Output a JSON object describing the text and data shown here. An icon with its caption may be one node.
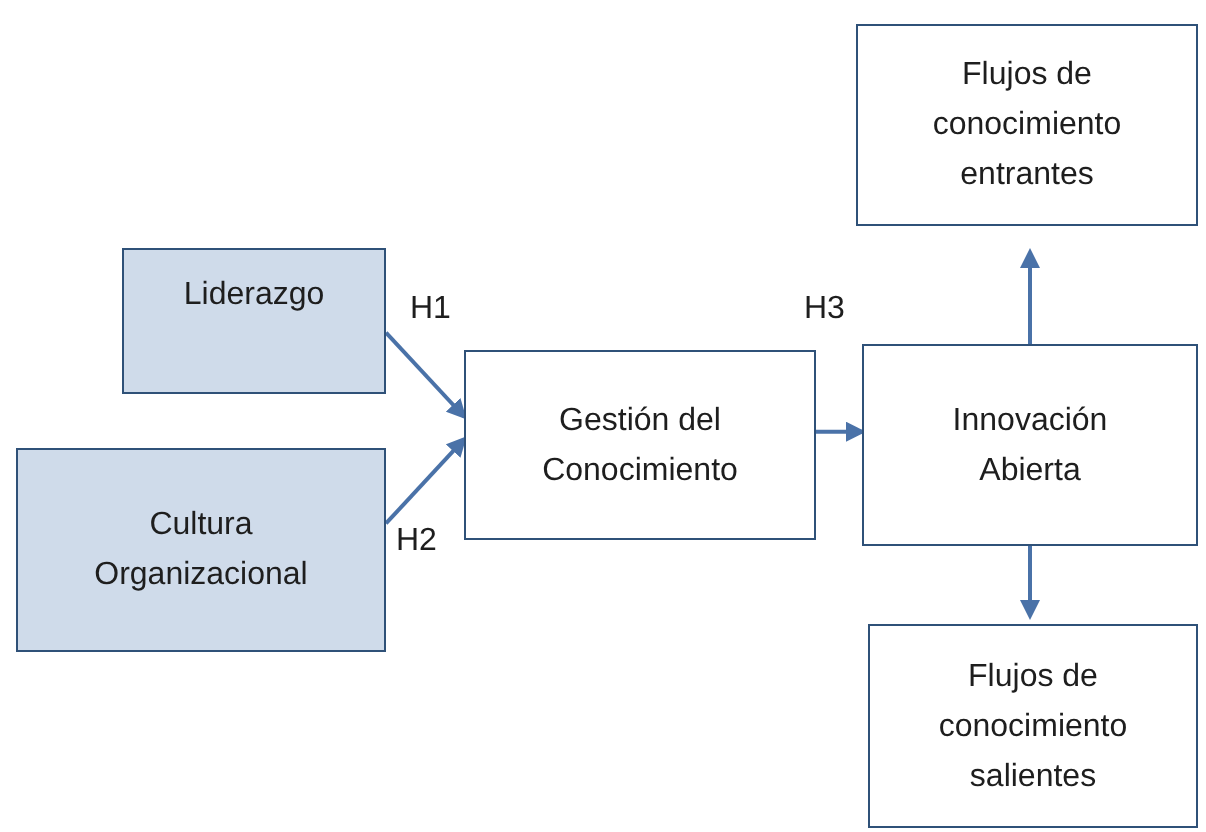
{
  "diagram": {
    "nodes": [
      {
        "text": [
          "Liderazgo"
        ]
      },
      {
        "text": [
          "Cultura Organizacional"
        ]
      },
      {
        "text": [
          "Gestión del Conocimiento"
        ]
      },
      {
        "text": [
          "Innovación Abierta"
        ]
      },
      {
        "text": [
          "Flujos de conocimiento entrantes"
        ]
      },
      {
        "text": [
          "Flujos de conocimiento salientes"
        ]
      }
    ],
    "edges": [
      {
        "from": 0,
        "to": 2,
        "arrow": "to",
        "label": "H1"
      },
      {
        "from": 1,
        "to": 2,
        "arrow": "to",
        "label": "H2"
      },
      {
        "from": 2,
        "to": 3,
        "arrow": "to",
        "label": "H3"
      },
      {
        "from": 3,
        "to": 4,
        "arrow": "to"
      },
      {
        "from": 3,
        "to": 5,
        "arrow": "to"
      }
    ]
  }
}
